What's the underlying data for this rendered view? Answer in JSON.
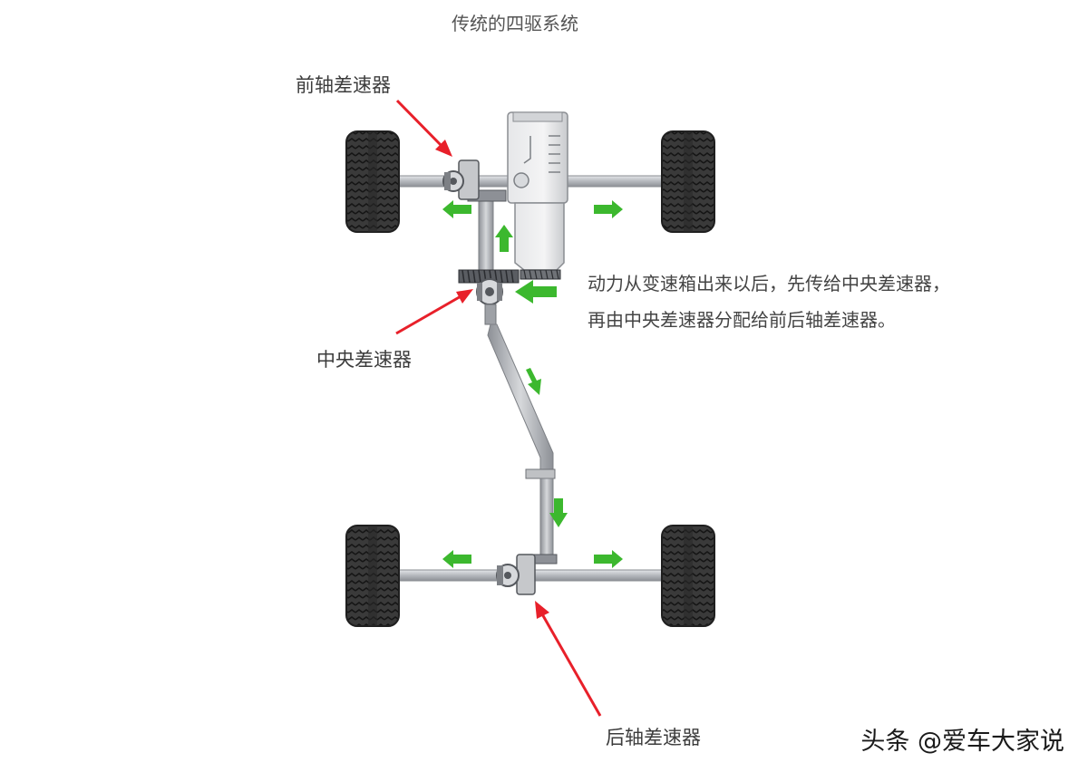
{
  "title": "传统的四驱系统",
  "labels": {
    "front_diff": "前轴差速器",
    "center_diff": "中央差速器",
    "rear_diff": "后轴差速器"
  },
  "description": {
    "line1": "动力从变速箱出来以后，先传给中央差速器，",
    "line2": "再由中央差速器分配给前后轴差速器。"
  },
  "watermark": "头条 @爱车大家说",
  "colors": {
    "pointer_arrow": "#e8202a",
    "flow_arrow": "#3cb82e",
    "tire": "#3a3a3a",
    "axle": "#c9ccd0"
  }
}
